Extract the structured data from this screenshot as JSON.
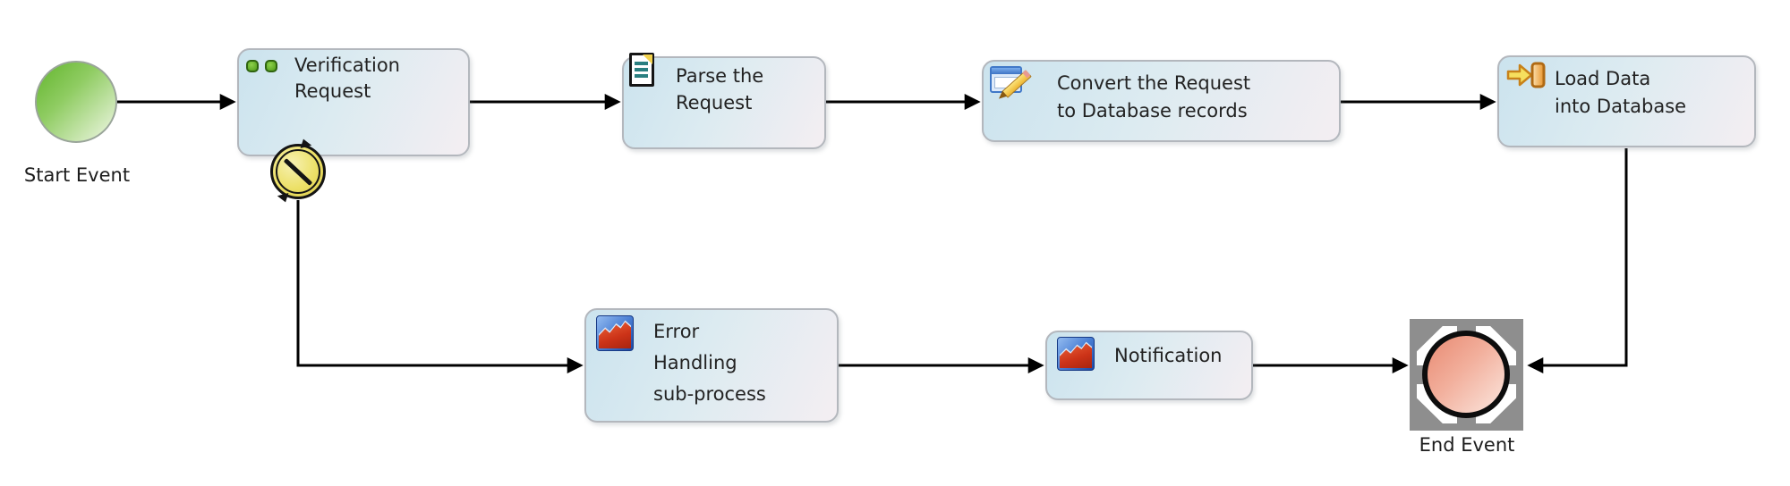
{
  "nodes": {
    "start_event": {
      "label": "Start Event",
      "shape": "circle-green"
    },
    "verification_request": {
      "label": "Verification\nRequest",
      "icon": "multi-instance-dots-icon"
    },
    "parse_request": {
      "label": "Parse the\nRequest",
      "icon": "document-icon"
    },
    "convert_request": {
      "label": "Convert the Request\nto Database records",
      "icon": "form-pencil-icon"
    },
    "load_data": {
      "label": "Load Data\ninto Database",
      "icon": "arrow-into-database-icon"
    },
    "error_handling": {
      "label": "Error\nHandling\nsub-process",
      "icon": "area-chart-icon"
    },
    "notification": {
      "label": "Notification",
      "icon": "area-chart-icon"
    },
    "end_event": {
      "label": "End Event",
      "shape": "circle-red-selected"
    },
    "boundary_event": {
      "icon": "cancel-circle-icon",
      "attached_to": "verification_request"
    }
  },
  "flows": [
    {
      "from": "start_event",
      "to": "verification_request"
    },
    {
      "from": "verification_request",
      "to": "parse_request"
    },
    {
      "from": "parse_request",
      "to": "convert_request"
    },
    {
      "from": "convert_request",
      "to": "load_data"
    },
    {
      "from": "boundary_event",
      "to": "error_handling"
    },
    {
      "from": "error_handling",
      "to": "notification"
    },
    {
      "from": "notification",
      "to": "end_event"
    },
    {
      "from": "load_data",
      "to": "end_event"
    }
  ],
  "colors": {
    "task_gradient_left": "#cbe3ee",
    "task_gradient_right": "#f4eef2",
    "task_border": "#b3b7bd",
    "start_event_green": "#62b52c",
    "end_event_salmon": "#e88a72",
    "boundary_event_yellow": "#ece066",
    "selection_frame_gray": "#8e8e8e",
    "connector_black": "#000000",
    "label_text": "#222222"
  }
}
